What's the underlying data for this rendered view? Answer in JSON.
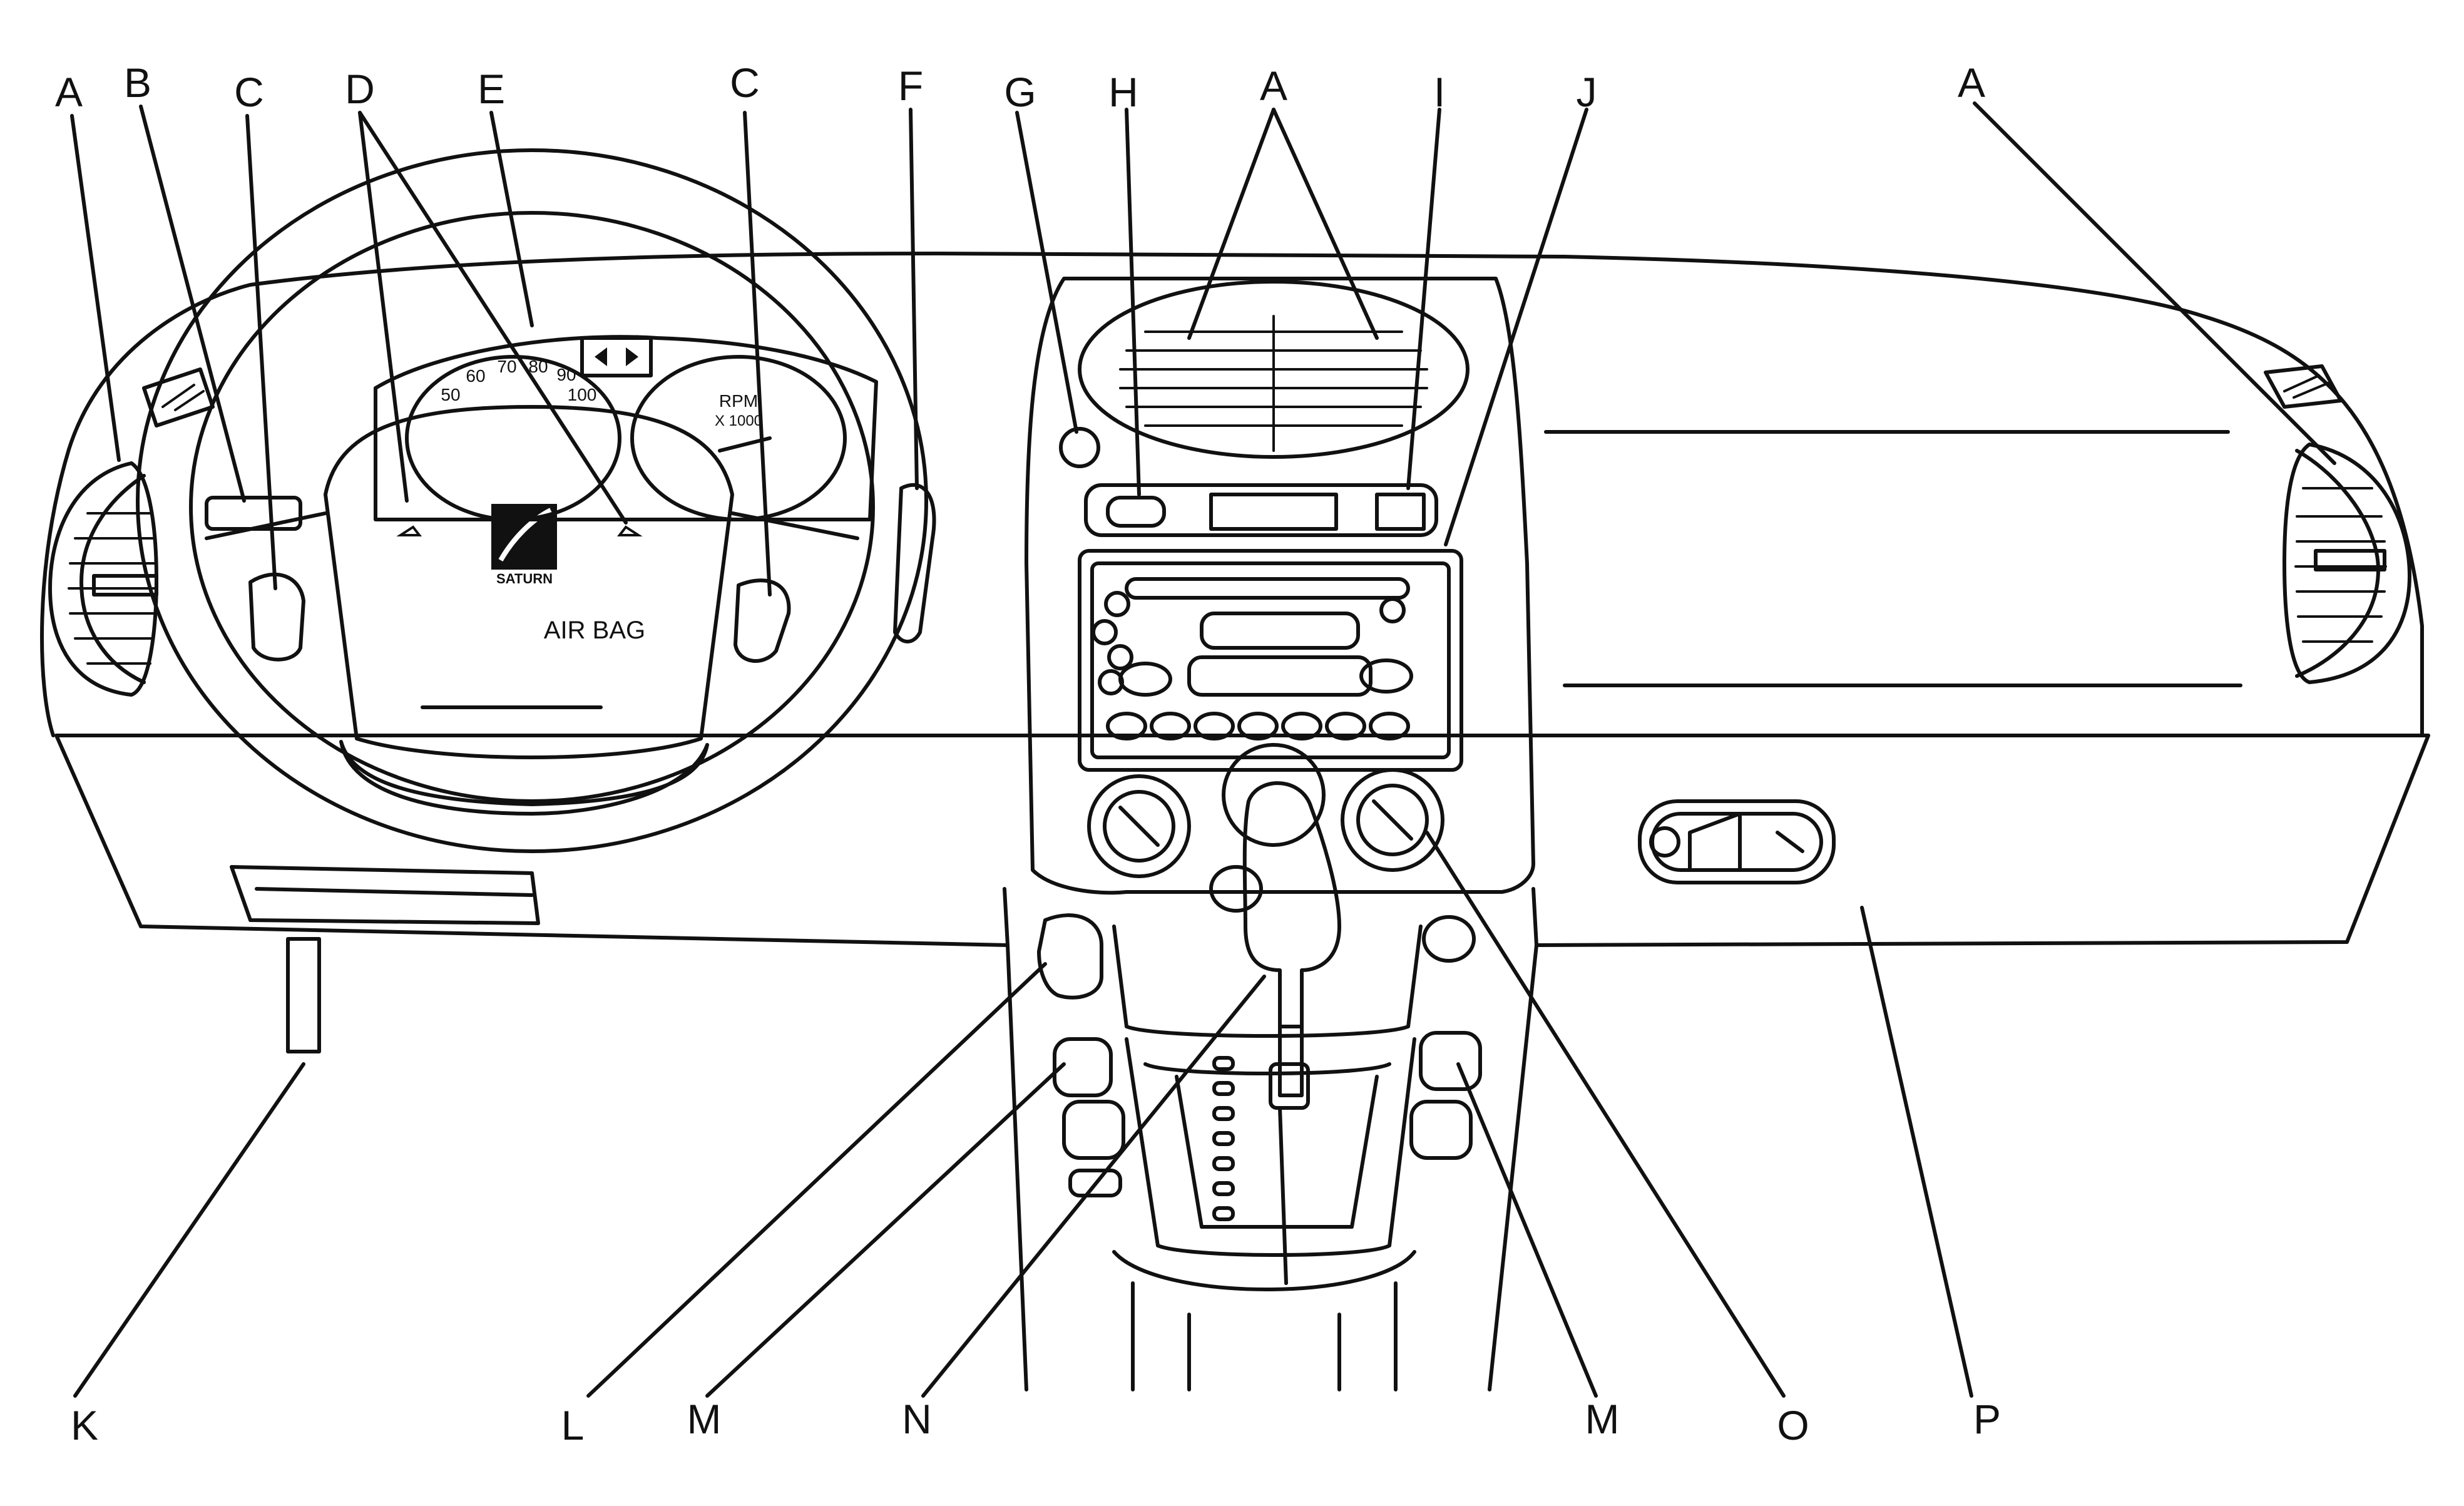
{
  "callouts": {
    "a1": "A",
    "b": "B",
    "c1": "C",
    "d": "D",
    "e": "E",
    "c2": "C",
    "f": "F",
    "g": "G",
    "h": "H",
    "a2": "A",
    "i": "I",
    "j": "J",
    "a3": "A",
    "k": "K",
    "l": "L",
    "m1": "M",
    "n": "N",
    "m2": "M",
    "o": "O",
    "p": "P"
  },
  "airbag_text": "AIR BAG",
  "logo_text": "SATURN",
  "tach_rpm": "RPM",
  "tach_scale": "X 1000",
  "speedo_numbers": [
    "50",
    "60",
    "70",
    "80",
    "90",
    "100"
  ]
}
